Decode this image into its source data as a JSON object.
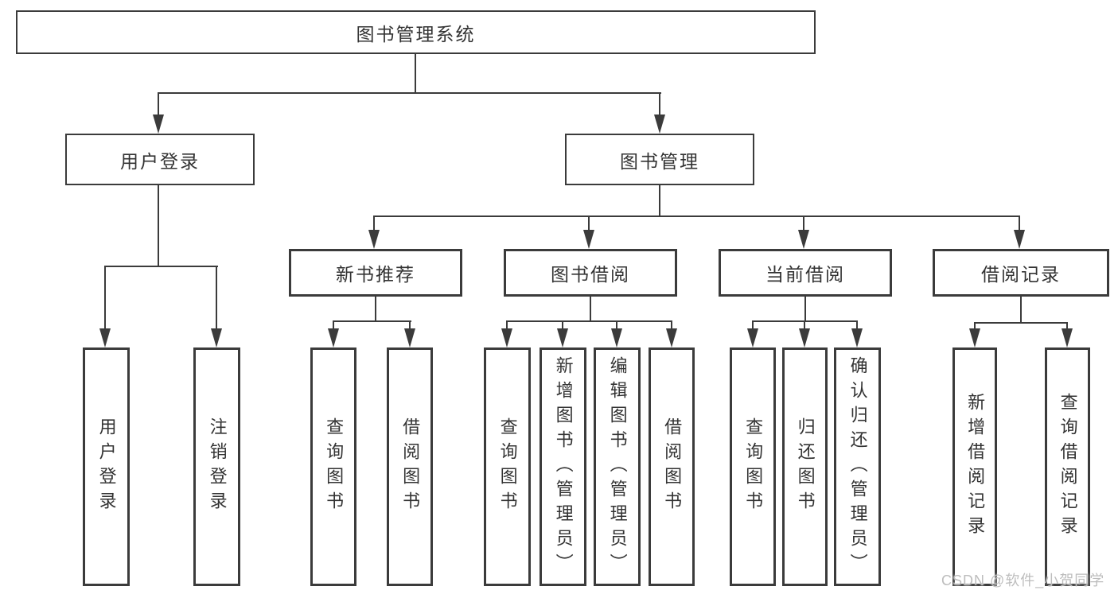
{
  "diagram_title": "图书管理系统",
  "colors": {
    "line": "#3b3b3b",
    "text": "#333333",
    "watermark": "#bdbdbd",
    "background": "#ffffff"
  },
  "watermark": {
    "text": "CSDN @软件_小贺同学"
  },
  "tree": {
    "root": {
      "label": "图书管理系统",
      "children": [
        {
          "label": "用户登录",
          "children": [
            {
              "label": "用户登录"
            },
            {
              "label": "注销登录"
            }
          ]
        },
        {
          "label": "图书管理",
          "children": [
            {
              "label": "新书推荐",
              "children": [
                {
                  "label": "查询图书"
                },
                {
                  "label": "借阅图书"
                }
              ]
            },
            {
              "label": "图书借阅",
              "children": [
                {
                  "label": "查询图书"
                },
                {
                  "label": "新增图书（管理员）"
                },
                {
                  "label": "编辑图书（管理员）"
                },
                {
                  "label": "借阅图书"
                }
              ]
            },
            {
              "label": "当前借阅",
              "children": [
                {
                  "label": "查询图书"
                },
                {
                  "label": "归还图书"
                },
                {
                  "label": "确认归还（管理员）"
                }
              ]
            },
            {
              "label": "借阅记录",
              "children": [
                {
                  "label": "新增借阅记录"
                },
                {
                  "label": "查询借阅记录"
                }
              ]
            }
          ]
        }
      ]
    }
  }
}
